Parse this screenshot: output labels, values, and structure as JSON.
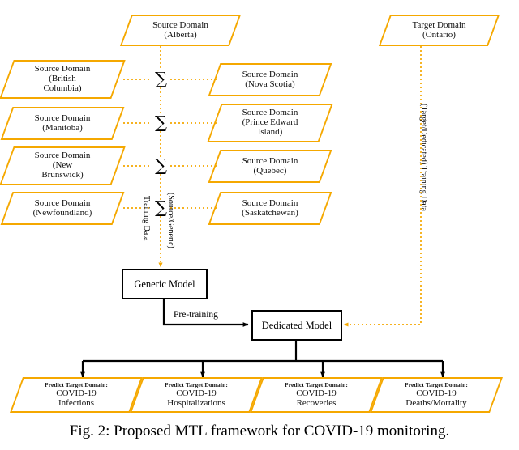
{
  "figure": {
    "caption": "Fig. 2: Proposed MTL framework for COVID-19 monitoring.",
    "accent_color": "#F5A800",
    "line_color": "#000000"
  },
  "sources": {
    "top": {
      "title": "Source Domain",
      "sub": "(Alberta)"
    },
    "left": [
      {
        "title": "Source Domain",
        "sub": "(British",
        "sub2": "Columbia)"
      },
      {
        "title": "Source Domain",
        "sub": "(Manitoba)"
      },
      {
        "title": "Source Domain",
        "sub": "(New",
        "sub2": "Brunswick)"
      },
      {
        "title": "Source Domain",
        "sub": "(Newfoundland)"
      }
    ],
    "right": [
      {
        "title": "Source Domain",
        "sub": "(Nova Scotia)"
      },
      {
        "title": "Source Domain",
        "sub": "(Prince Edward",
        "sub2": "Island)"
      },
      {
        "title": "Source Domain",
        "sub": "(Quebec)"
      },
      {
        "title": "Source Domain",
        "sub": "(Saskatchewan)"
      }
    ]
  },
  "target": {
    "title": "Target Domain",
    "sub": "(Ontario)"
  },
  "operators": {
    "sum_symbol": "∑",
    "count": 4
  },
  "edges": {
    "training_data": "Training Data",
    "source_generic": "(Source/Generic)",
    "target_dedicated": "(Target/Dedicated) Training Data",
    "pre_training": "Pre-training"
  },
  "models": {
    "generic": "Generic Model",
    "dedicated": "Dedicated Model"
  },
  "outputs": [
    {
      "title": "Predict Target Domain:",
      "line1": "COVID-19",
      "line2": "Infections"
    },
    {
      "title": "Predict Target Domain:",
      "line1": "COVID-19",
      "line2": "Hospitalizations"
    },
    {
      "title": "Predict Target Domain:",
      "line1": "COVID-19",
      "line2": "Recoveries"
    },
    {
      "title": "Predict Target Domain:",
      "line1": "COVID-19",
      "line2": "Deaths/Mortality"
    }
  ]
}
